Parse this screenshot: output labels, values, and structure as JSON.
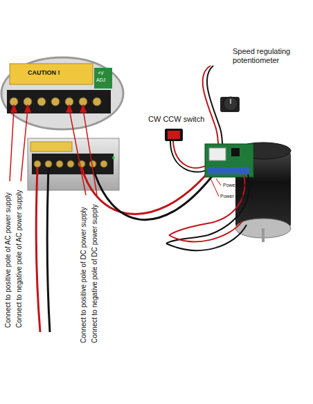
{
  "diagram": {
    "labels": [
      "CAUTION !",
      "+V",
      "ADJ",
      "Speed regulating potentiometer",
      "CW CCW switch",
      "Power positive",
      "Power negative",
      "Connect to positive pole of AC power supply",
      "Connect to negative pole of AC power supply",
      "Connect to positive pole of DC power supply",
      "Connect to negative pole of DC power supply"
    ]
  }
}
